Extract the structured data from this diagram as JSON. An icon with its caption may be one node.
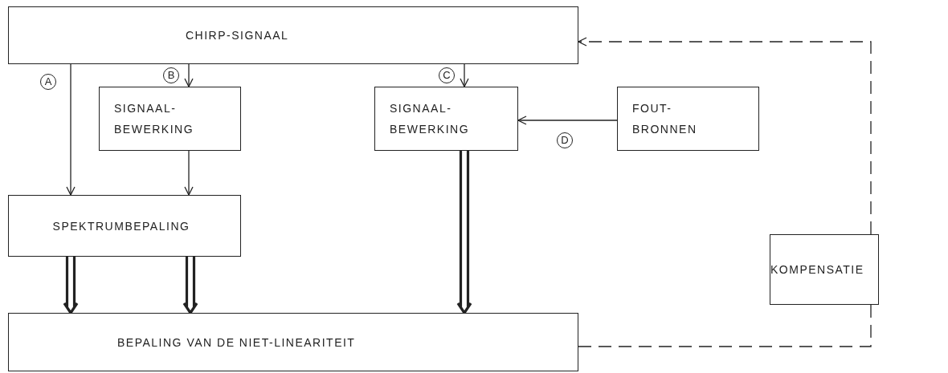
{
  "diagram": {
    "nodes": [
      {
        "text": [
          "CHIRP-SIGNAAL"
        ]
      },
      {
        "text": [
          "SIGNAAL- BEWERKING"
        ]
      },
      {
        "text": [
          "SIGNAAL- BEWERKING"
        ]
      },
      {
        "text": [
          "FOUT- BRONNEN"
        ]
      },
      {
        "text": [
          "SPEKTRUMBEPALING"
        ]
      },
      {
        "text": [
          "KOMPENSATIE"
        ]
      },
      {
        "text": [
          "BEPALING VAN DE NIET-LINEARITEIT"
        ]
      }
    ],
    "edges": [
      {
        "from": 0,
        "to": 4,
        "arrow": "to",
        "label": "A"
      },
      {
        "from": 0,
        "to": 1,
        "arrow": "to",
        "label": "B"
      },
      {
        "from": 1,
        "to": 4,
        "arrow": "to"
      },
      {
        "from": 0,
        "to": 2,
        "arrow": "to",
        "label": "C"
      },
      {
        "from": 3,
        "to": 2,
        "arrow": "to",
        "label": "D"
      },
      {
        "from": 4,
        "to": 6,
        "arrow": "to",
        "style": "thick"
      },
      {
        "from": 4,
        "to": 6,
        "arrow": "to",
        "style": "thick"
      },
      {
        "from": 2,
        "to": 6,
        "arrow": "to",
        "style": "thick"
      },
      {
        "from": 6,
        "to": 5,
        "arrow": "none",
        "style": "dashed"
      },
      {
        "from": 5,
        "to": 0,
        "arrow": "to",
        "style": "dashed"
      }
    ]
  }
}
